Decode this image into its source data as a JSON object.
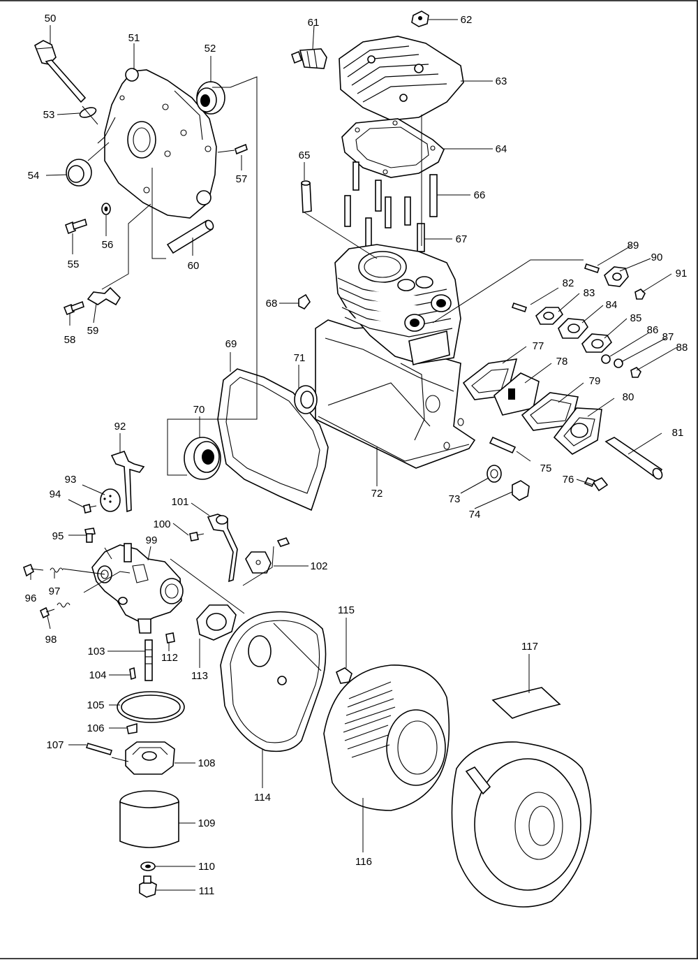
{
  "diagram": {
    "labels": {
      "l50": "50",
      "l51": "51",
      "l52": "52",
      "l53": "53",
      "l54": "54",
      "l55": "55",
      "l56": "56",
      "l57": "57",
      "l58": "58",
      "l59": "59",
      "l60": "60",
      "l61": "61",
      "l62": "62",
      "l63": "63",
      "l64": "64",
      "l65": "65",
      "l66": "66",
      "l67": "67",
      "l68": "68",
      "l69": "69",
      "l70": "70",
      "l71": "71",
      "l72": "72",
      "l73": "73",
      "l74": "74",
      "l75": "75",
      "l76": "76",
      "l77": "77",
      "l78": "78",
      "l79": "79",
      "l80": "80",
      "l81": "81",
      "l82": "82",
      "l83": "83",
      "l84": "84",
      "l85": "85",
      "l86": "86",
      "l87": "87",
      "l88": "88",
      "l89": "89",
      "l90": "90",
      "l91": "91",
      "l92": "92",
      "l93": "93",
      "l94": "94",
      "l95": "95",
      "l96": "96",
      "l97": "97",
      "l98": "98",
      "l99": "99",
      "l100": "100",
      "l101": "101",
      "l102": "102",
      "l103": "103",
      "l104": "104",
      "l105": "105",
      "l106": "106",
      "l107": "107",
      "l108": "108",
      "l109": "109",
      "l110": "110",
      "l111": "111",
      "l112": "112",
      "l113": "113",
      "l114": "114",
      "l115": "115",
      "l116": "116",
      "l117": "117"
    }
  }
}
